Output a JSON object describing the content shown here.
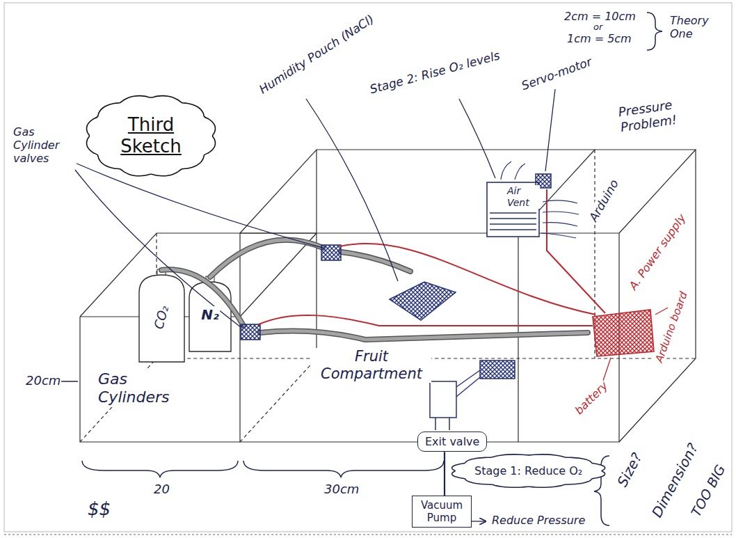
{
  "diagram": {
    "nodes": [
      {
        "text": [
          "Third Sketch"
        ]
      },
      {
        "text": [
          "Exit valve"
        ]
      },
      {
        "text": [
          "Stage 1: Reduce O₂"
        ]
      },
      {
        "text": [
          "Vacuum Pump"
        ]
      }
    ],
    "edges": [
      {
        "from": 1,
        "to": 3,
        "arrow": "none"
      }
    ],
    "labels": [
      "2cm = 10cm",
      "or",
      "1cm = 5cm",
      "Theory One",
      "Humidity Pouch (NaCl)",
      "Stage 2: Rise O₂ levels",
      "Servo-motor",
      "Pressure Problem!",
      "Gas Cylinder valves",
      "Air Vent",
      "N₂",
      "CO₂",
      "Gas Cylinders",
      "Fruit Compartment",
      "Arduino",
      "A. Power supply",
      "Arduino board",
      "battery",
      "Reduce Pressure",
      "Size?",
      "Dimension?",
      "TOO BIG",
      "$$",
      "20cm",
      "20",
      "30cm"
    ]
  }
}
